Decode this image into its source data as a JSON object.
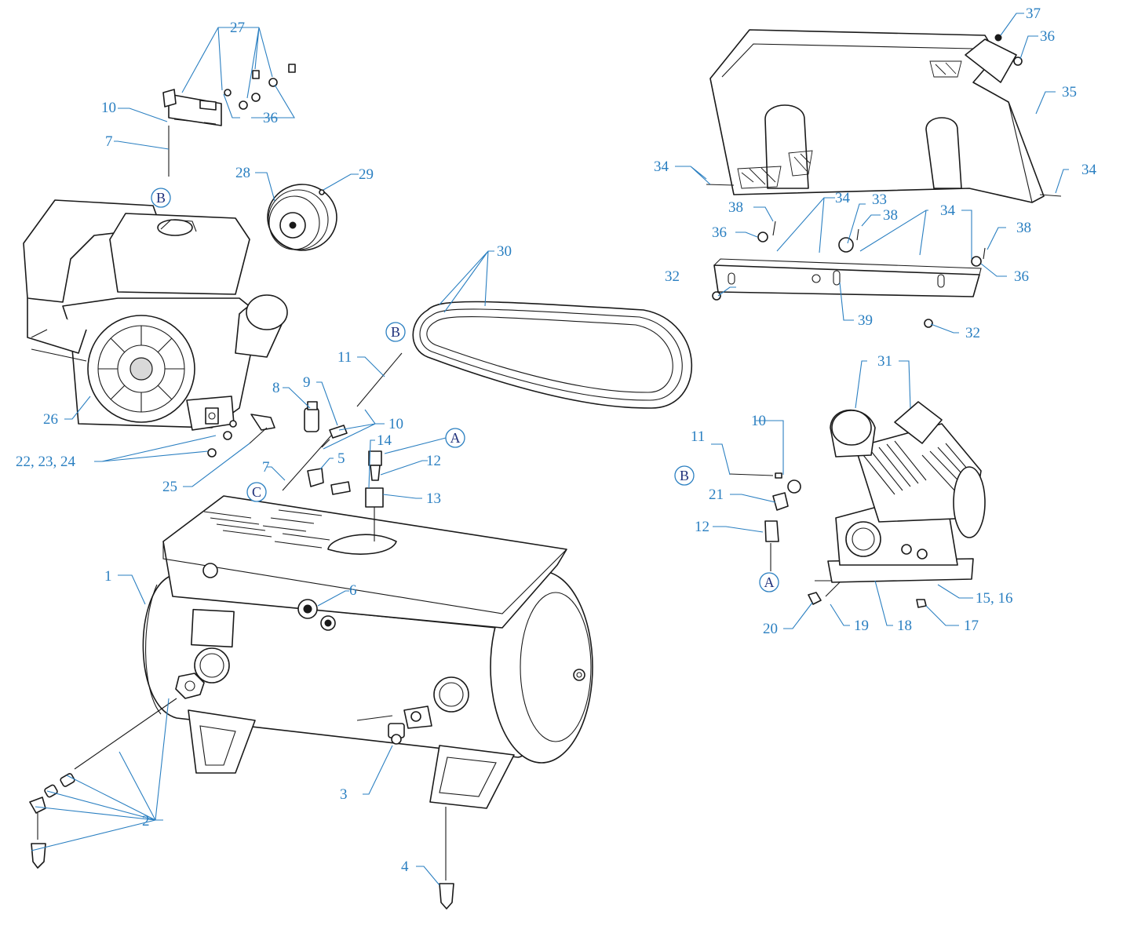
{
  "callouts": {
    "c1": "1",
    "c2": "2",
    "c3": "3",
    "c4": "4",
    "c5": "5",
    "c6": "6",
    "c7a": "7",
    "c7b": "7",
    "c8": "8",
    "c9": "9",
    "c10a": "10",
    "c10b": "10",
    "c10c": "10",
    "c11a": "11",
    "c11b": "11",
    "c12a": "12",
    "c12b": "12",
    "c13": "13",
    "c14": "14",
    "c15": "15, 16",
    "c17": "17",
    "c18": "18",
    "c19": "19",
    "c20": "20",
    "c21": "21",
    "c22": "22, 23, 24",
    "c25": "25",
    "c26": "26",
    "c27": "27",
    "c28": "28",
    "c29": "29",
    "c30": "30",
    "c31": "31",
    "c32a": "32",
    "c32b": "32",
    "c33": "33",
    "c34a": "34",
    "c34b": "34",
    "c34c": "34",
    "c34d": "34",
    "c35": "35",
    "c36a": "36",
    "c36b": "36",
    "c36c": "36",
    "c36d": "36",
    "c37": "37",
    "c38a": "38",
    "c38b": "38",
    "c38c": "38",
    "c39": "39"
  },
  "connectors": {
    "a_top": "A",
    "a_pump": "A",
    "b_engine": "B",
    "b_line": "B",
    "b_pump": "B",
    "c_line": "C"
  },
  "colors": {
    "callout": "#2a7fc1",
    "connector_text": "#1e2f7a",
    "linework": "#1a1a1a"
  }
}
